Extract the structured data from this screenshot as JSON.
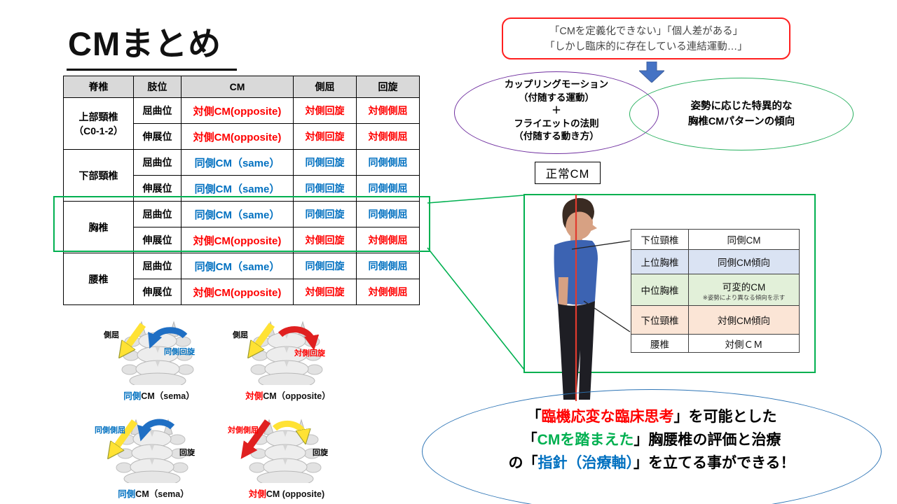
{
  "title": "CMまとめ",
  "colors": {
    "red": "#FF0000",
    "blue": "#0070C0",
    "green": "#00B050",
    "purple": "#7030A0",
    "arrow_blue": "#4472C4",
    "ellipse_blue": "#2E75B6"
  },
  "main_table": {
    "headers": [
      "脊椎",
      "肢位",
      "CM",
      "側屈",
      "回旋"
    ],
    "groups": [
      {
        "spine_lines": [
          "上部頸椎",
          "（C0-1-2）"
        ],
        "rows": [
          {
            "position": "屈曲位",
            "cm": "対側CM(opposite)",
            "col4": "対側回旋",
            "col5": "対側側屈",
            "color": "red"
          },
          {
            "position": "伸展位",
            "cm": "対側CM(opposite)",
            "col4": "対側回旋",
            "col5": "対側側屈",
            "color": "red"
          }
        ]
      },
      {
        "spine_lines": [
          "下部頸椎"
        ],
        "rows": [
          {
            "position": "屈曲位",
            "cm": "同側CM（same）",
            "col4": "同側回旋",
            "col5": "同側側屈",
            "color": "blue"
          },
          {
            "position": "伸展位",
            "cm": "同側CM（same）",
            "col4": "同側回旋",
            "col5": "同側側屈",
            "color": "blue"
          }
        ]
      },
      {
        "spine_lines": [
          "胸椎"
        ],
        "rows": [
          {
            "position": "屈曲位",
            "cm": "同側CM（same）",
            "col4": "同側回旋",
            "col5": "同側側屈",
            "color": "blue"
          },
          {
            "position": "伸展位",
            "cm": "対側CM(opposite)",
            "col4": "対側回旋",
            "col5": "対側側屈",
            "color": "red"
          }
        ]
      },
      {
        "spine_lines": [
          "腰椎"
        ],
        "rows": [
          {
            "position": "屈曲位",
            "cm": "同側CM（same）",
            "col4": "同側回旋",
            "col5": "同側側屈",
            "color": "blue"
          },
          {
            "position": "伸展位",
            "cm": "対側CM(opposite)",
            "col4": "対側回旋",
            "col5": "対側側屈",
            "color": "red"
          }
        ]
      }
    ]
  },
  "red_box": {
    "line1": "「CMを定義化できない」「個人差がある」",
    "line2": "「しかし臨床的に存在している連結運動…」"
  },
  "purple_ellipse": {
    "lines": [
      "カップリングモーション",
      "（付随する運動）",
      "＋",
      "フライエットの法則",
      "（付随する動き方）"
    ]
  },
  "green_ellipse": {
    "lines": [
      "姿勢に応じた特異的な",
      "胸椎CMパターンの傾向"
    ]
  },
  "normal_cm_label": "正常CM",
  "region_table": {
    "rows": [
      {
        "region": "下位頸椎",
        "value": "同側CM",
        "note": "",
        "bg": "#FFFFFF"
      },
      {
        "region": "上位胸椎",
        "value": "同側CM傾向",
        "note": "",
        "bg": "#DAE3F3"
      },
      {
        "region": "中位胸椎",
        "value": "可変的CM",
        "note": "※姿勢により異なる傾向を示す",
        "bg": "#E2F0D9"
      },
      {
        "region": "下位頸椎",
        "value": "対側CM傾向",
        "note": "",
        "bg": "#FBE5D6"
      },
      {
        "region": "腰椎",
        "value": "対側ＣＭ",
        "note": "",
        "bg": "#FFFFFF"
      }
    ]
  },
  "conclusion": {
    "lines": [
      [
        {
          "t": "「",
          "c": "#000000"
        },
        {
          "t": "臨機応変な臨床思考",
          "c": "#FF0000"
        },
        {
          "t": "」を可能とした",
          "c": "#000000"
        }
      ],
      [
        {
          "t": "「",
          "c": "#000000"
        },
        {
          "t": "CMを踏まえた",
          "c": "#00B050"
        },
        {
          "t": "」胸腰椎の評価と治療",
          "c": "#000000"
        }
      ],
      [
        {
          "t": "の「",
          "c": "#000000"
        },
        {
          "t": "指針（治療軸）",
          "c": "#0070C0"
        },
        {
          "t": "」を立てる事ができる！",
          "c": "#000000"
        }
      ]
    ]
  },
  "figures": [
    {
      "straight_label": "側屈",
      "curve_label": "同側回旋",
      "caption_head": "同側",
      "caption_tail": "CM（sema）"
    },
    {
      "straight_label": "側屈",
      "curve_label": "対側回旋",
      "caption_head": "対側",
      "caption_tail": "CM（opposite）"
    },
    {
      "straight_label": "同側側屈",
      "curve_label": "回旋",
      "caption_head": "同側",
      "caption_tail": "CM（sema）"
    },
    {
      "straight_label": "対側側屈",
      "curve_label": "回旋",
      "caption_head": "対側",
      "caption_tail": "CM (opposite)"
    }
  ]
}
